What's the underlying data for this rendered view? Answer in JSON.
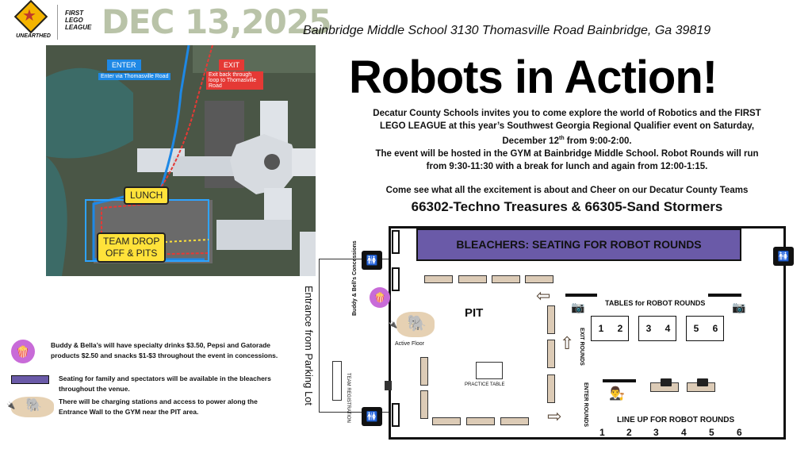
{
  "header": {
    "unearthed_logo": "UNEARTHED",
    "fll_logo": "FIRST LEGO LEAGUE",
    "date": "DEC 13,2025",
    "address": "Bainbridge Middle School 3130 Thomasville Road Bainbridge, Ga 39819"
  },
  "map": {
    "enter": "ENTER",
    "enter_note": "Enter via Thomasville Road",
    "exit": "EXIT",
    "exit_note": "Exit back through loop to Thomasville Road",
    "lunch": "LUNCH",
    "team_drop_line1": "TEAM DROP",
    "team_drop_line2": "OFF & PITS"
  },
  "title": "Robots in Action!",
  "intro": {
    "line1": "Decatur County Schools invites you to come explore the world of Robotics and the FIRST",
    "line2": "LEGO LEAGUE at this year’s Southwest Georgia Regional Qualifier event on Saturday,",
    "line3_pre": "December 12",
    "line3_sup": "th",
    "line3_post": " from 9:00-2:00.",
    "line4": "The event will be hosted in the GYM at Bainbridge Middle School.  Robot Rounds will run",
    "line5": "from 9:30-11:30 with a break for lunch and again from 12:00-1:15."
  },
  "cheer": "Come see what all the excitement is about and Cheer on our Decatur County Teams",
  "teams": "66302-Techno Treasures & 66305-Sand Stormers",
  "floor_plan": {
    "bleachers": "BLEACHERS: SEATING FOR ROBOT ROUNDS",
    "pit": "PIT",
    "active_floor": "Active Floor",
    "practice_table": "PRACTICE TABLE",
    "team_registration": "TEAM REGISTRATION",
    "concessions": "Buddy & Bell’s Concessions",
    "entrance": "Entrance from Parking Lot",
    "exit_rounds": "EXIT ROUNDS",
    "enter_rounds": "ENTER ROUNDS",
    "tables_label": "TABLES for ROBOT ROUNDS",
    "tables": [
      [
        "1",
        "2"
      ],
      [
        "3",
        "4"
      ],
      [
        "5",
        "6"
      ]
    ],
    "lineup_label": "LINE UP FOR ROBOT ROUNDS",
    "lineup_numbers": [
      "1",
      "2",
      "3",
      "4",
      "5",
      "6"
    ]
  },
  "legend": {
    "concessions": "Buddy & Bella’s will have specialty drinks $3.50, Pepsi and Gatorade products $2.50 and snacks $1-$3 throughout the event in concessions.",
    "bleachers": "Seating for family and spectators will be available in the bleachers throughout the venue.",
    "charging": "There will be charging stations and access to power along the Entrance Wall to the GYM near the PIT area."
  },
  "icons": {
    "restroom": "restroom-icon",
    "concessions": "concessions-icon",
    "tripod": "camera-tripod-icon",
    "judge": "judge-icon",
    "laptop": "laptop-icon",
    "charging": "charging-cable-icon"
  },
  "colors": {
    "date": "#b9c3a8",
    "bleachers": "#6a5aa8",
    "label_yellow": "#ffe23a",
    "enter_blue": "#1e88e5",
    "exit_red": "#e53935",
    "concessions_purple": "#c86bd8"
  }
}
